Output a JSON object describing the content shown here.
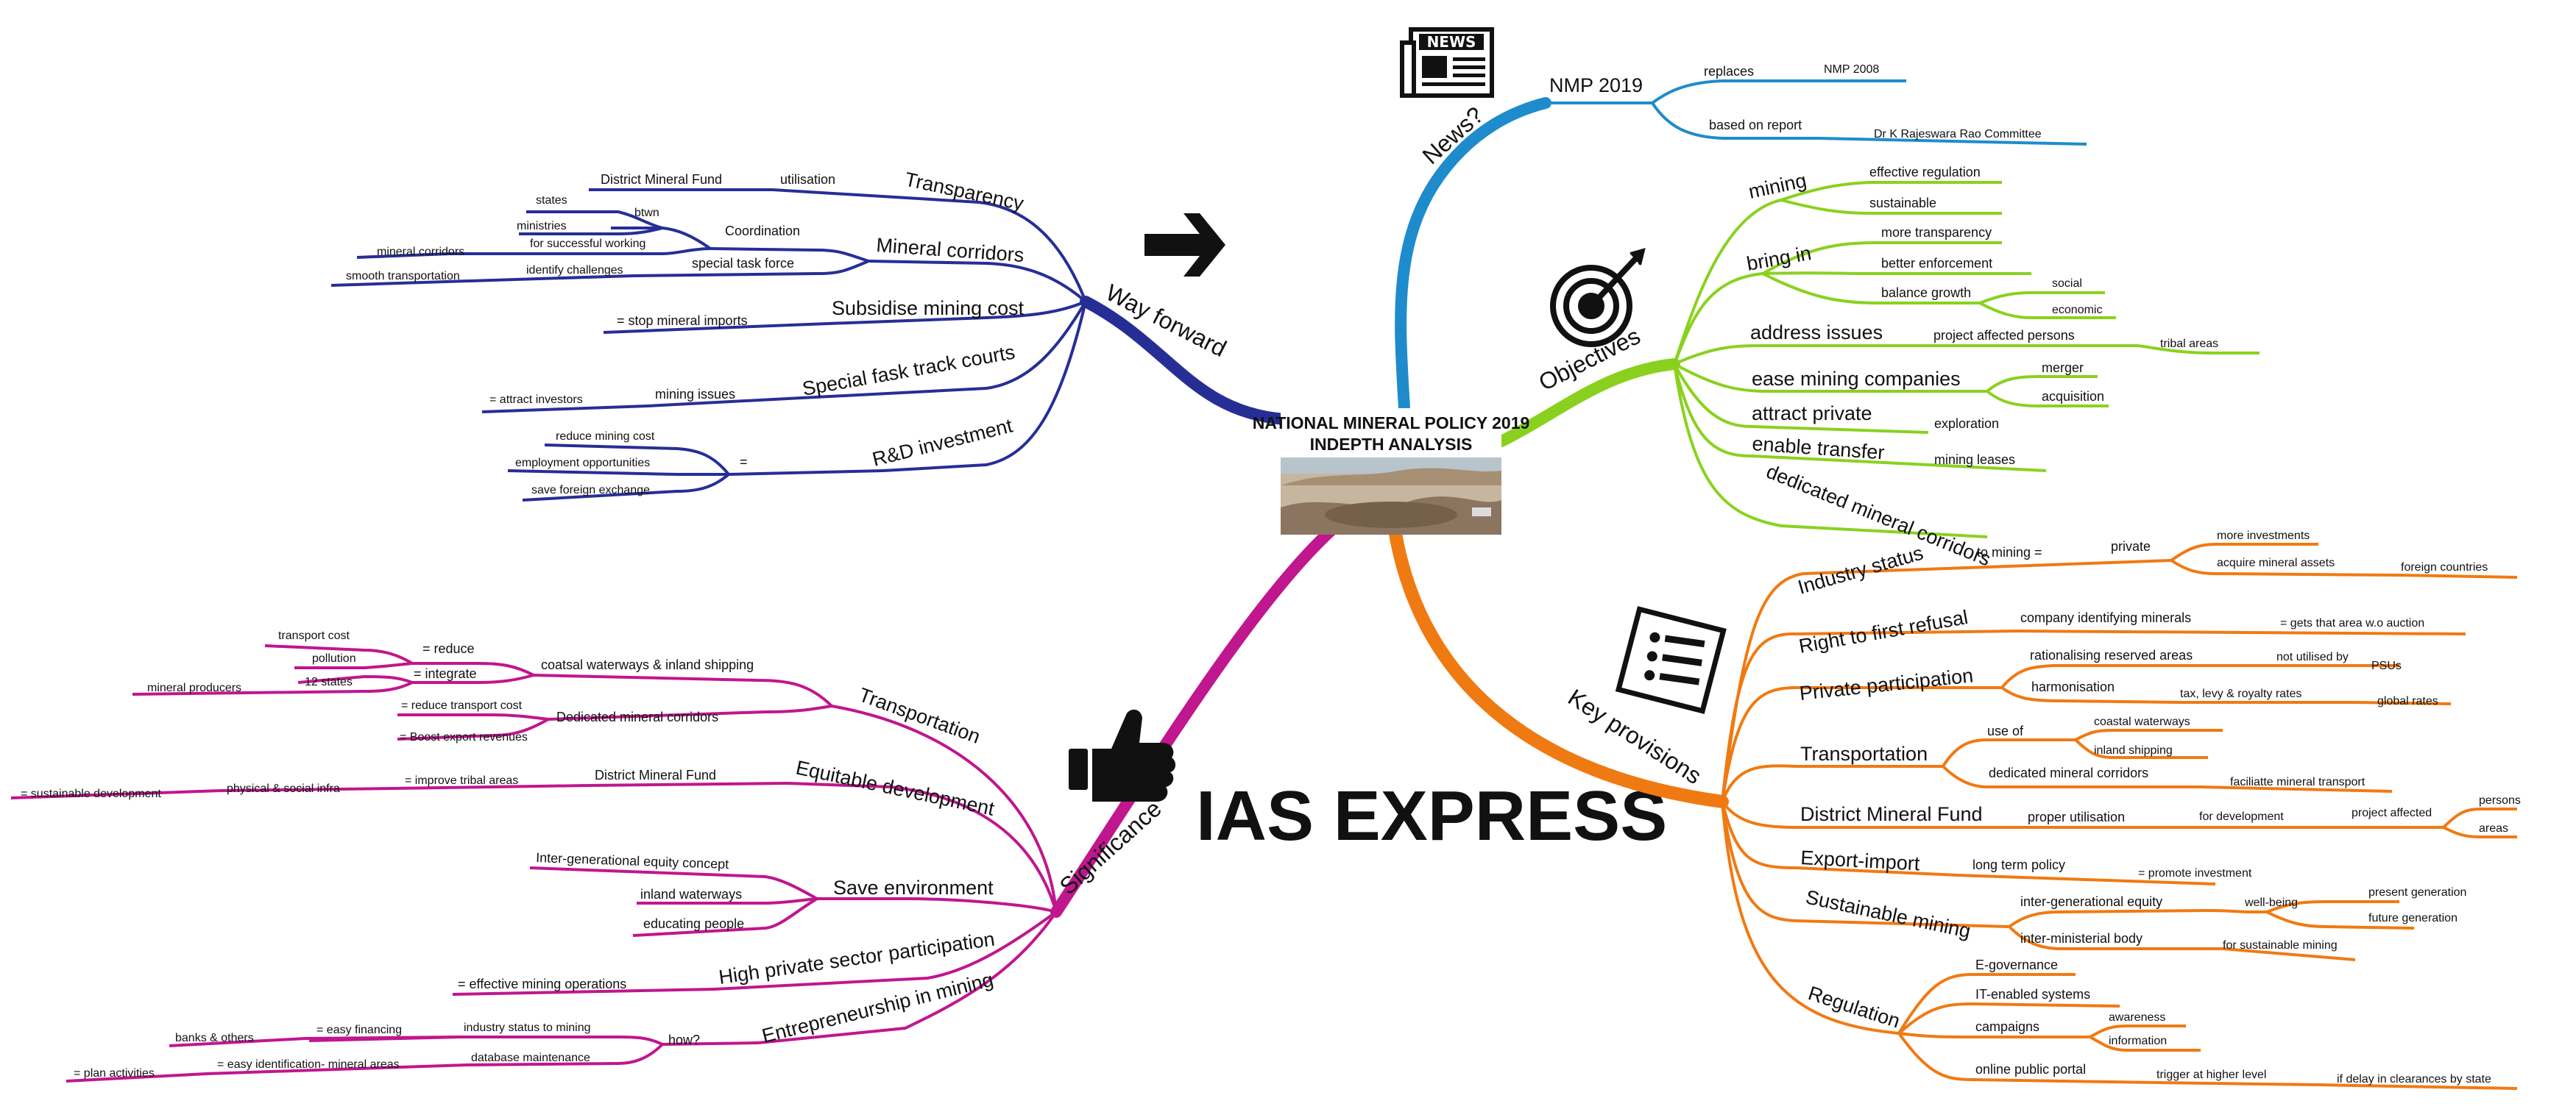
{
  "title": [
    "NATIONAL MINERAL POLICY 2019",
    "INDEPTH ANALYSIS"
  ],
  "watermark": "IAS EXPRESS",
  "colors": {
    "news": "#1e8ccc",
    "objectives": "#8ad11f",
    "provisions": "#f07a12",
    "significance": "#c0168e",
    "way_forward": "#262e96"
  },
  "icons": {
    "news": "newspaper-icon",
    "objectives": "target-icon",
    "provisions": "document-list-icon",
    "significance": "thumbs-up-icon",
    "way_forward": "arrow-right-icon"
  },
  "branches": {
    "news": {
      "label": "News?",
      "nmp": "NMP 2019",
      "replaces": "replaces",
      "nmp2008": "NMP 2008",
      "based": "based on report",
      "committee": "Dr K Rajeswara Rao Committee"
    },
    "objectives": {
      "label": "Objectives",
      "mining": "mining",
      "effective_regulation": "effective regulation",
      "sustainable": "sustainable",
      "bring_in": "bring in",
      "more_transparency": "more transparency",
      "better_enforcement": "better enforcement",
      "balance_growth": "balance growth",
      "social": "social",
      "economic": "economic",
      "address_issues": "address issues",
      "project_affected": "project affected persons",
      "tribal_areas": "tribal areas",
      "ease_mining": "ease mining companies",
      "merger": "merger",
      "acquisition": "acquisition",
      "attract_private": "attract private",
      "exploration": "exploration",
      "enable_transfer": "enable transfer",
      "mining_leases": "mining leases",
      "dedicated": "dedicated mineral corridors"
    },
    "provisions": {
      "label": "Key provisions",
      "industry_status": "Industry status",
      "to_mining": "to mining =",
      "private": "private",
      "more_investments": "more investments",
      "acquire_assets": "acquire mineral assets",
      "foreign_countries": "foreign countries",
      "right_refusal": "Right to first refusal",
      "company_identifying": "company identifying minerals",
      "gets_area": "= gets that area w.o auction",
      "private_participation": "Private participation",
      "rationalising": "rationalising reserved areas",
      "not_utilised": "not utilised by",
      "psus": "PSUs",
      "harmonisation": "harmonisation",
      "tax_levy": "tax, levy & royalty rates",
      "global_rates": "global rates",
      "transportation": "Transportation",
      "use_of": "use of",
      "coastal_waterways": "coastal waterways",
      "inland_shipping": "inland shipping",
      "dedicated_corridors": "dedicated mineral corridors",
      "facilitate": "faciliatte mineral transport",
      "dmf": "District Mineral Fund",
      "proper_utilisation": "proper utilisation",
      "for_development": "for development",
      "project_affected": "project affected",
      "persons": "persons",
      "areas": "areas",
      "export_import": "Export-import",
      "long_term": "long term policy",
      "promote_investment": "= promote investment",
      "sustainable_mining": "Sustainable mining",
      "intergen_equity": "inter-generational equity",
      "well_being": "well-being",
      "present_gen": "present generation",
      "future_gen": "future generation",
      "inter_ministerial": "inter-ministerial body",
      "for_sustainable": "for sustainable mining",
      "regulation": "Regulation",
      "egov": "E-governance",
      "it_enabled": "IT-enabled systems",
      "campaigns": "campaigns",
      "awareness": "awareness",
      "information": "information",
      "online_portal": "online public portal",
      "trigger": "trigger at higher level",
      "if_delay": "if delay in clearances by state"
    },
    "significance": {
      "label": "Significance",
      "transportation": "Transportation",
      "coastal": "coatsal waterways & inland shipping",
      "reduce": "= reduce",
      "transport_cost": "transport cost",
      "pollution": "pollution",
      "integrate": "= integrate",
      "twelve_states": "12 states",
      "mineral_producers": "mineral producers",
      "dedicated": "Dedicated mineral corridors",
      "reduce_transport": "= reduce transport cost",
      "boost_export": "= Boost export revenues",
      "equitable": "Equitable development",
      "dmf": "District Mineral Fund",
      "improve_tribal": "= improve tribal areas",
      "physical_social": "physical & social infra",
      "sustainable_dev": "= sustainable development",
      "save_env": "Save environment",
      "intergen_concept": "Inter-generational equity concept",
      "inland_waterways": "inland waterways",
      "educating": "educating people",
      "high_private": "High private sector participation",
      "effective_ops": "= effective mining operations",
      "entrepreneurship": "Entrepreneurship in mining",
      "how": "how?",
      "industry_status": "industry status to mining",
      "easy_financing": "= easy financing",
      "banks_others": "banks & others",
      "database": "database maintenance",
      "easy_identification": "= easy identification- mineral areas",
      "plan_activities": "= plan activities"
    },
    "way_forward": {
      "label": "Way forward",
      "transparency": "Transparency",
      "utilisation": "utilisation",
      "dmf": "District Mineral Fund",
      "mineral_corridors": "Mineral corridors",
      "coordination": "Coordination",
      "btwn": "btwn",
      "states": "states",
      "ministries": "ministries",
      "successful_working": "for successful working",
      "special_task": "special task force",
      "identify_challenges": "identify challenges",
      "corridors_small": "mineral corridors",
      "smooth_transport": "smooth transportation",
      "subsidise": "Subsidise mining cost",
      "stop_imports": "= stop mineral imports",
      "fast_track": "Special fask track courts",
      "mining_issues": "mining issues",
      "attract_investors": "= attract investors",
      "rd": "R&D investment",
      "equals": "=",
      "reduce_cost": "reduce mining cost",
      "employment": "employment opportunities",
      "save_forex": "save foreign exchange"
    }
  }
}
